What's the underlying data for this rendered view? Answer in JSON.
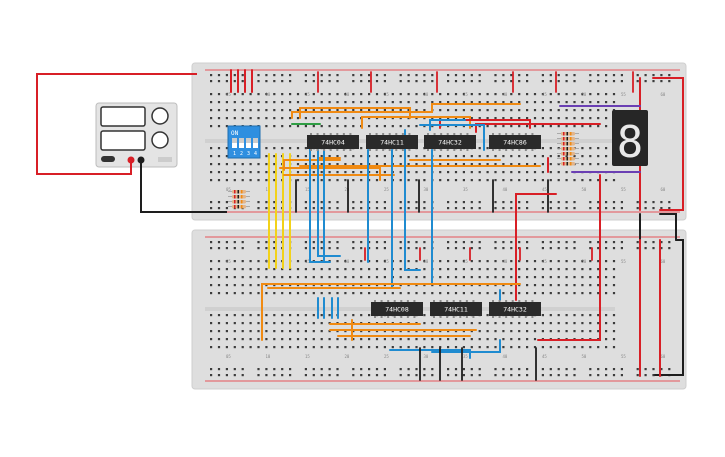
{
  "colors": {
    "background": "#ffffff",
    "board": "#dedede",
    "board_edge": "#cfcfcf",
    "hole": "#3c3c3c",
    "rail_red": "#e8262e",
    "rail_blue": "#2a2a2a",
    "wire_red": "#d81f26",
    "wire_black": "#1e1e1e",
    "wire_orange": "#f08a12",
    "wire_blue": "#1f8bd0",
    "wire_yellow": "#f2d21a",
    "wire_green": "#2f9e44",
    "wire_purple": "#6a3fb3",
    "chip": "#2a2a2a",
    "chip_label": "#ffffff",
    "dip_switch": "#2f8fe0",
    "segment_display": "#262626",
    "segment_digit": "#e8e8e8"
  },
  "power_supply": {
    "icon": "bench-power-supply-icon",
    "terminal_positive_color": "#d81f26",
    "terminal_negative_color": "#1e1e1e"
  },
  "dip_switch": {
    "label": "ON",
    "positions": [
      "1",
      "2",
      "3",
      "4"
    ]
  },
  "top_chips": [
    {
      "label": "74HC04"
    },
    {
      "label": "74HC11"
    },
    {
      "label": "74HC32"
    },
    {
      "label": "74HC86"
    }
  ],
  "bottom_chips": [
    {
      "label": "74HC08"
    },
    {
      "label": "74HC11"
    },
    {
      "label": "74HC32"
    }
  ],
  "seven_segment": {
    "digit": "8",
    "icon": "seven-segment-display-icon"
  },
  "resistor_arrays": {
    "left_count": 4,
    "right_count": 7
  },
  "board_labels": {
    "top_columns": [
      "05",
      "10",
      "15",
      "20",
      "25",
      "30",
      "35",
      "40",
      "45",
      "50",
      "55",
      "60"
    ],
    "bottom_columns": [
      "05",
      "10",
      "15",
      "20",
      "25",
      "30",
      "35",
      "40",
      "45",
      "50",
      "55",
      "60"
    ]
  }
}
